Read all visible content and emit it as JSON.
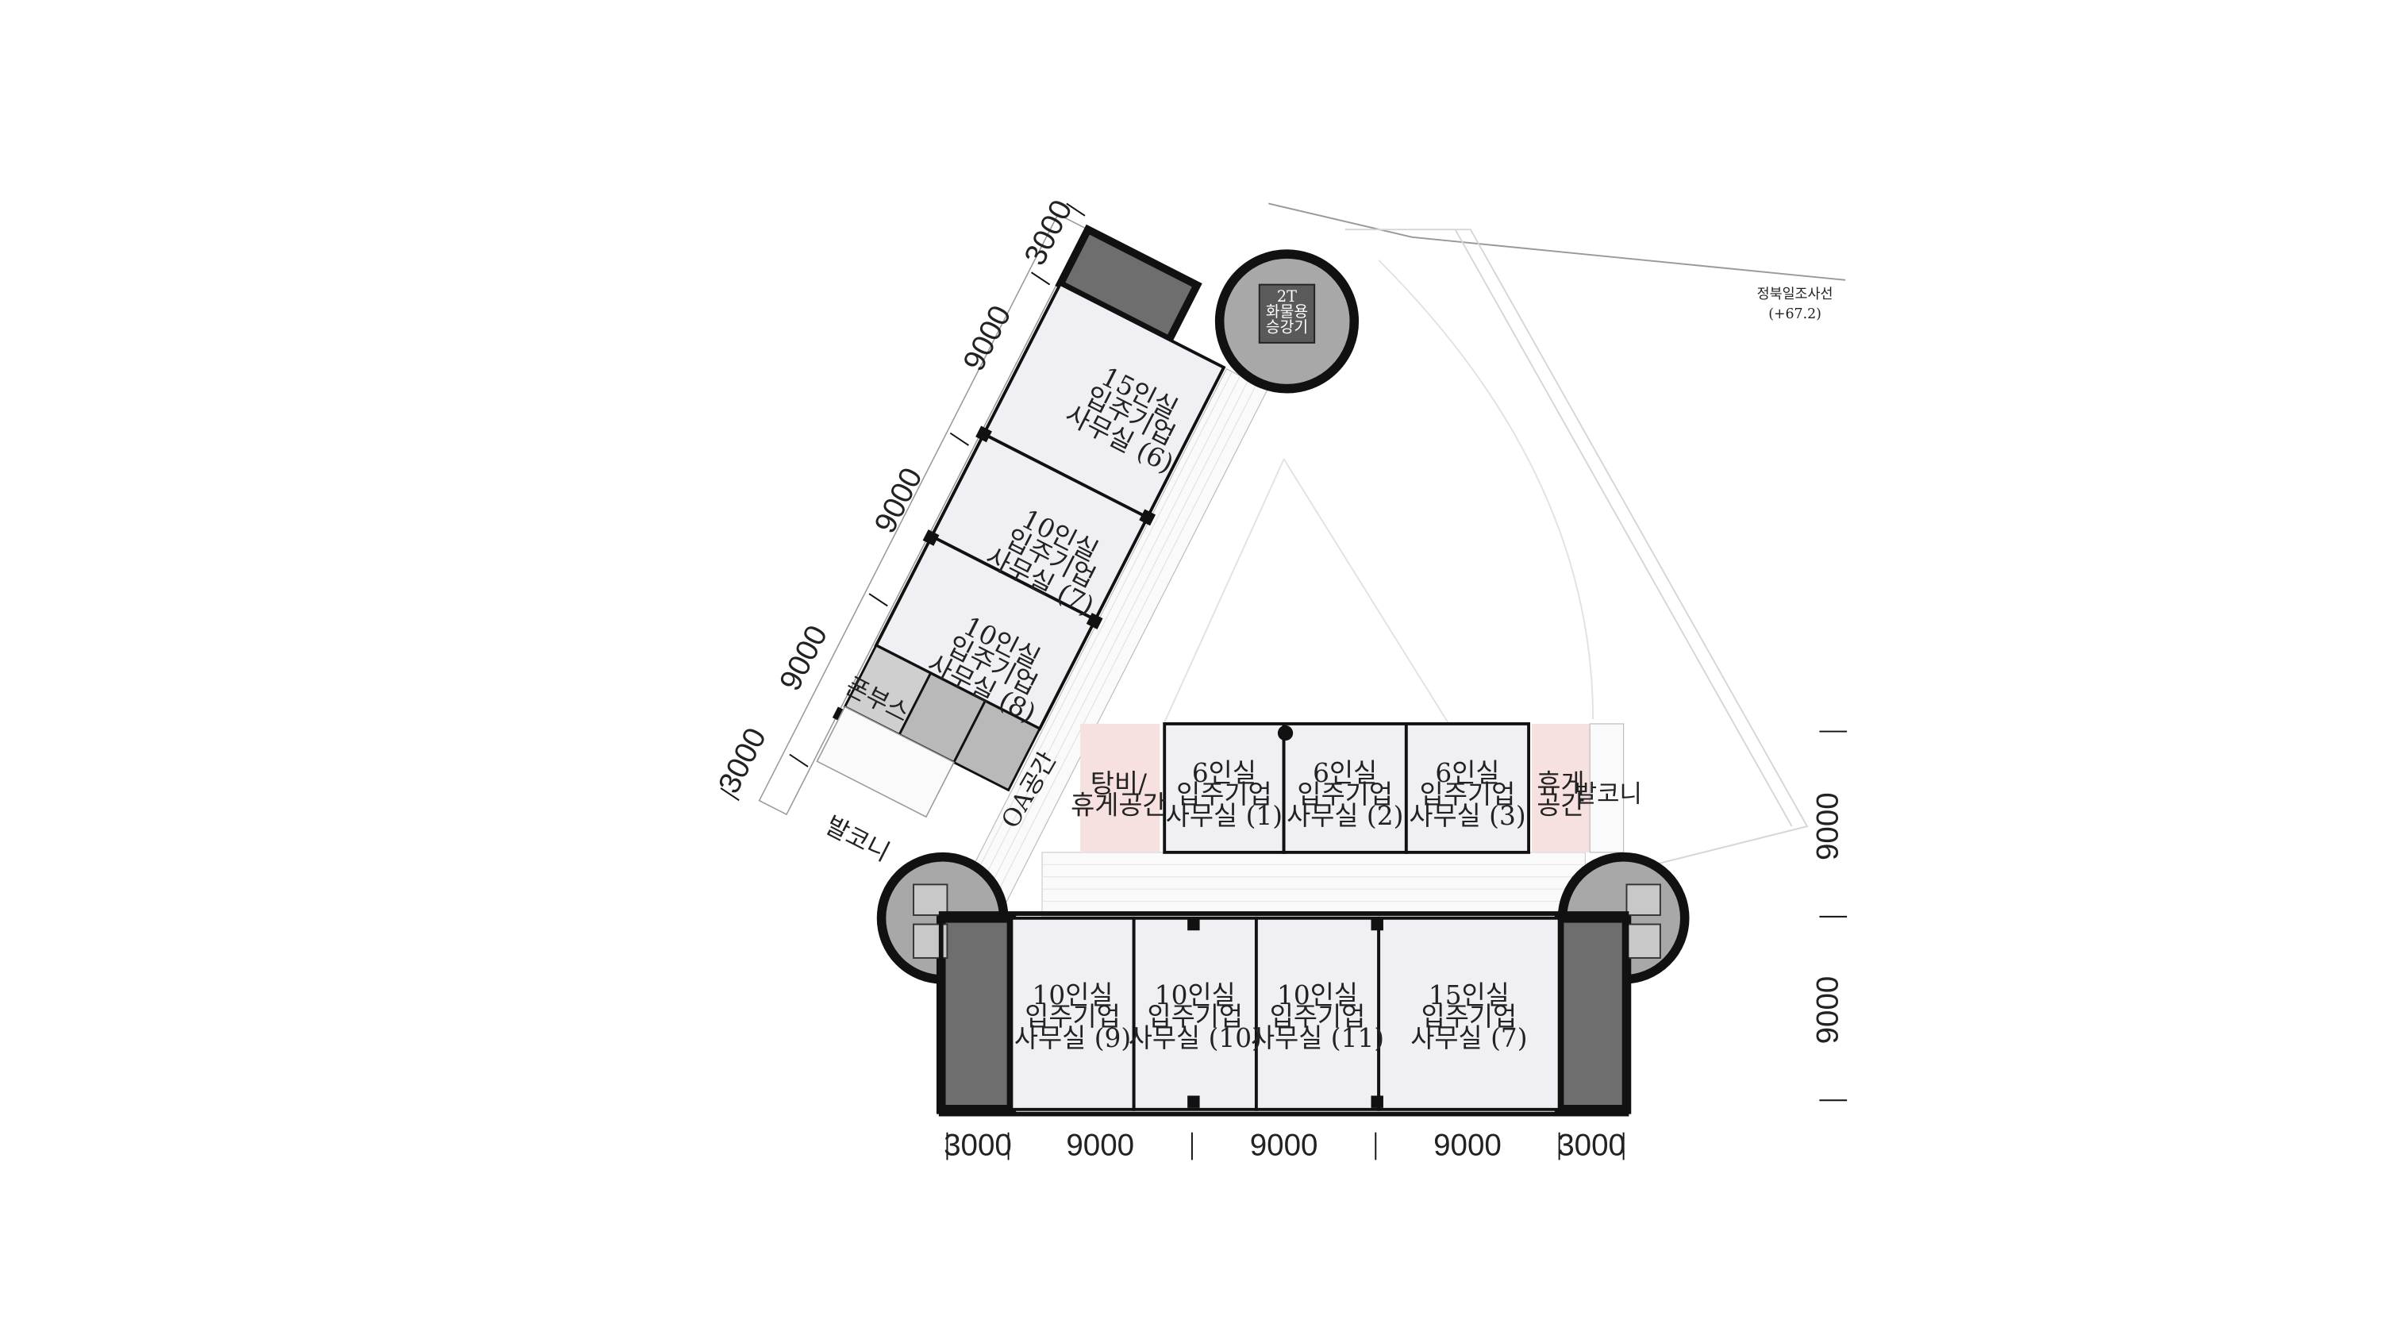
{
  "colors": {
    "wall": "#111111",
    "room_fill": "#efeff4",
    "corridor": "#ffffff",
    "stair": "#6e6e6e",
    "core_gray": "#a8a8a8",
    "lounge_pink": "#f6e0e0",
    "site_line": "#cccccc"
  },
  "site_line": {
    "label": "정북일조사선",
    "value": "(+67.2)"
  },
  "elevator": {
    "label_1": "2T",
    "label_2": "화물용",
    "label_3": "승강기"
  },
  "wing_rooms": [
    {
      "lines": [
        "15인실",
        "입주기업",
        "사무실 (6)"
      ]
    },
    {
      "lines": [
        "10인실",
        "입주기업",
        "사무실 (7)"
      ]
    },
    {
      "lines": [
        "10인실",
        "입주기업",
        "사무실 (8)"
      ]
    }
  ],
  "upper_rooms": [
    {
      "lines": [
        "6인실",
        "입주기업",
        "사무실 (1)"
      ]
    },
    {
      "lines": [
        "6인실",
        "입주기업",
        "사무실 (2)"
      ]
    },
    {
      "lines": [
        "6인실",
        "입주기업",
        "사무실 (3)"
      ]
    }
  ],
  "lower_rooms": [
    {
      "lines": [
        "10인실",
        "입주기업",
        "사무실 (9)"
      ]
    },
    {
      "lines": [
        "10인실",
        "입주기업",
        "사무실 (10)"
      ]
    },
    {
      "lines": [
        "10인실",
        "입주기업",
        "사무실 (11)"
      ]
    },
    {
      "lines": [
        "15인실",
        "입주기업",
        "사무실 (7)"
      ]
    }
  ],
  "spaces": {
    "lounge_left_1": "탕비/",
    "lounge_left_2": "휴게공간",
    "lounge_right_1": "휴게",
    "lounge_right_2": "공간",
    "balcony_right": "발코니",
    "balcony_left": "발코니",
    "phone_booth": "폰부스",
    "oa": "OA공간"
  },
  "dimensions": {
    "bottom": [
      "3000",
      "9000",
      "9000",
      "9000",
      "3000"
    ],
    "right": [
      "9000",
      "9000"
    ],
    "wing": [
      "3000",
      "9000",
      "9000",
      "9000",
      "3000"
    ]
  }
}
